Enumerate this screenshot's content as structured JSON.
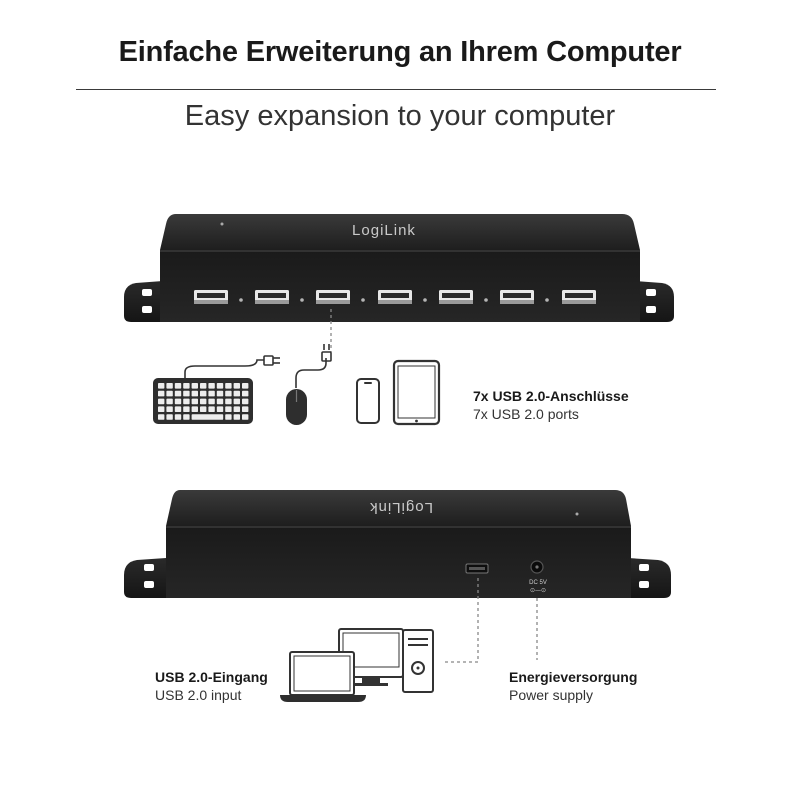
{
  "heading": "Einfache Erweiterung an Ihrem Computer",
  "subheading": "Easy expansion to your computer",
  "product": {
    "brand": "LogiLink",
    "body_color": "#1c1c1c",
    "dc_label_top": "DC 5V",
    "dc_label_bottom": "⊙—⊙"
  },
  "ports_callout": {
    "title": "7x USB 2.0-Anschlüsse",
    "subtitle": "7x USB 2.0 ports",
    "devices": [
      "keyboard-icon",
      "mouse-icon",
      "smartphone-icon",
      "tablet-icon"
    ]
  },
  "input_callout": {
    "title": "USB 2.0-Eingang",
    "subtitle": "USB 2.0 input",
    "devices": [
      "laptop-icon",
      "monitor-icon",
      "desktop-tower-icon"
    ]
  },
  "power_callout": {
    "title": "Energieversorgung",
    "subtitle": "Power supply"
  }
}
